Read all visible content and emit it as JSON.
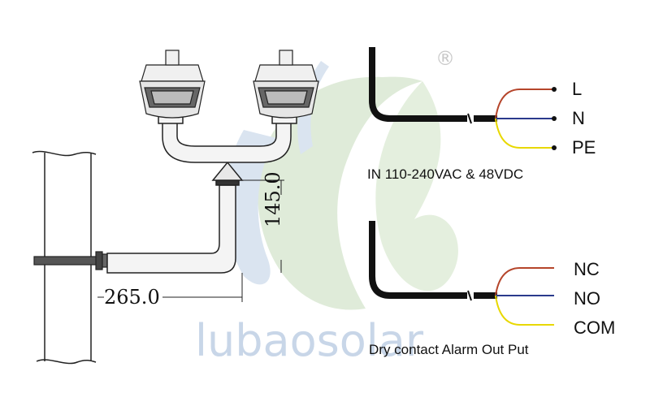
{
  "watermark": {
    "brand": "lubaosolar",
    "registered": "®",
    "color_green": "#d9ead2",
    "color_blue": "#c8d6e8"
  },
  "dimensions": {
    "horizontal": "265.0",
    "vertical": "145.0"
  },
  "power_input": {
    "terminals": [
      "L",
      "N",
      "PE"
    ],
    "wire_colors": [
      "#b5452b",
      "#2a3a8c",
      "#e8d800"
    ],
    "caption": "IN 110-240VAC & 48VDC"
  },
  "alarm_output": {
    "terminals": [
      "NC",
      "NO",
      "COM"
    ],
    "wire_colors": [
      "#b5452b",
      "#2a3a8c",
      "#e8d800"
    ],
    "caption": "Dry contact  Alarm Out Put"
  }
}
